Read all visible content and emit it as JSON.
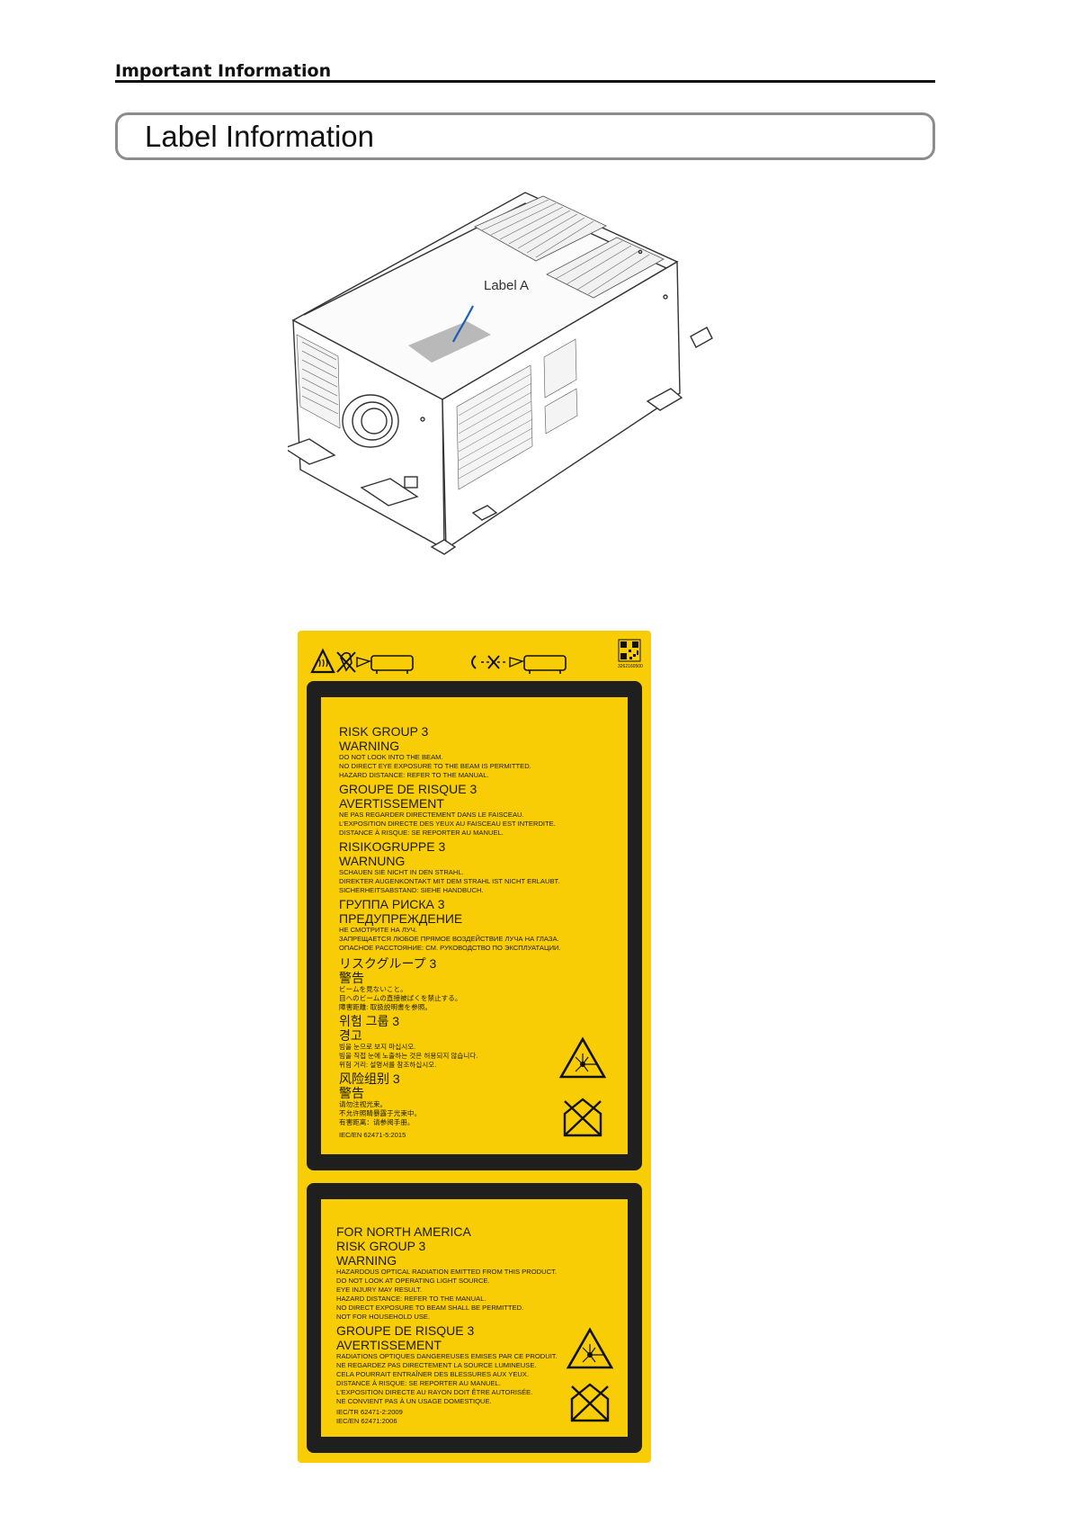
{
  "header": {
    "title": "Important Information"
  },
  "section": {
    "title": "Label Information"
  },
  "figure": {
    "callout": "Label A"
  },
  "label": {
    "qr_code_number": "3262160500",
    "panel1": {
      "blocks": [
        {
          "group": "RISK GROUP 3",
          "warning": "WARNING",
          "lines": [
            "DO NOT LOOK INTO THE BEAM.",
            "NO DIRECT EYE EXPOSURE TO THE BEAM IS PERMITTED.",
            "HAZARD DISTANCE: REFER TO THE MANUAL."
          ]
        },
        {
          "group": "GROUPE DE RISQUE 3",
          "warning": "AVERTISSEMENT",
          "lines": [
            "NE PAS REGARDER DIRECTEMENT DANS LE FAISCEAU.",
            "L'EXPOSITION DIRECTE DES YEUX AU FAISCEAU EST INTERDITE.",
            "DISTANCE À RISQUE: SE REPORTER AU MANUEL."
          ]
        },
        {
          "group": "RISIKOGRUPPE 3",
          "warning": "WARNUNG",
          "lines": [
            "SCHAUEN SIE NICHT IN DEN STRAHL.",
            "DIREKTER AUGENKONTAKT MIT DEM STRAHL IST NICHT ERLAUBT.",
            "SICHERHEITSABSTAND: SIEHE HANDBUCH."
          ]
        },
        {
          "group": "ГРУППА РИСКА 3",
          "warning": "ПРЕДУПРЕЖДЕНИЕ",
          "lines": [
            "НЕ СМОТРИТЕ НА ЛУЧ.",
            "ЗАПРЕЩАЕТСЯ ЛЮБОЕ ПРЯМОЕ ВОЗДЕЙСТВИЕ ЛУЧА НА ГЛАЗА.",
            "ОПАСНОЕ РАССТОЯНИЕ: СМ. РУКОВОДСТВО ПО ЭКСПЛУАТАЦИИ."
          ]
        },
        {
          "group": "リスクグループ 3",
          "warning": "警告",
          "lines": [
            "ビームを見ないこと。",
            "目へのビームの直接被ばくを禁止する。",
            "障害距離: 取扱説明書を参照。"
          ]
        },
        {
          "group": "위험 그룹 3",
          "warning": "경고",
          "lines": [
            "빔을 눈으로 보지 마십시오.",
            "빔을 직접 눈에 노출하는 것은 허용되지 않습니다.",
            "위험 거리: 설명서를 참조하십시오."
          ]
        },
        {
          "group": "风险组别 3",
          "warning": "警告",
          "lines": [
            "请勿注视光束。",
            "不允许照睛暴露于光束中。",
            "有害距离：请参阅手册。"
          ]
        }
      ],
      "standard": "IEC/EN 62471-5:2015"
    },
    "panel2": {
      "region": "FOR NORTH AMERICA",
      "blocks": [
        {
          "group": "RISK GROUP 3",
          "warning": "WARNING",
          "lines": [
            "HAZARDOUS OPTICAL RADIATION EMITTED FROM THIS PRODUCT.",
            "DO NOT LOOK AT OPERATING LIGHT SOURCE.",
            "EYE INJURY MAY RESULT.",
            "HAZARD DISTANCE: REFER TO THE MANUAL.",
            "NO DIRECT EXPOSURE TO BEAM SHALL BE PERMITTED.",
            "NOT FOR HOUSEHOLD USE."
          ]
        },
        {
          "group": "GROUPE DE RISQUE 3",
          "warning": "AVERTISSEMENT",
          "lines": [
            "RADIATIONS OPTIQUES DANGEREUSES EMISES PAR CE PRODUIT.",
            "NE REGARDEZ PAS DIRECTEMENT LA SOURCE LUMINEUSE.",
            "CELA POURRAIT ENTRAÎNER DES BLESSURES AUX YEUX.",
            "DISTANCE À RISQUE: SE REPORTER AU MANUEL.",
            "L'EXPOSITION DIRECTE AU RAYON DOIT ÊTRE AUTORISÉE.",
            "NE CONVIENT PAS À UN USAGE DOMESTIQUE."
          ]
        }
      ],
      "standards": [
        "IEC/TR 62471-2:2009",
        "IEC/EN 62471:2006"
      ]
    }
  },
  "icons": {
    "hot_surface": "hot-surface-warning-icon",
    "no_hand": "no-hand-in-beam-icon",
    "no_look": "do-not-look-into-beam-icon",
    "laser": "laser-radiation-warning-icon",
    "no_household": "not-for-household-use-icon",
    "qr": "qr-code-icon"
  },
  "colors": {
    "label_yellow": "#f9cd05",
    "panel_black": "#1f1f1f",
    "callout_line": "#1b5fb4"
  }
}
